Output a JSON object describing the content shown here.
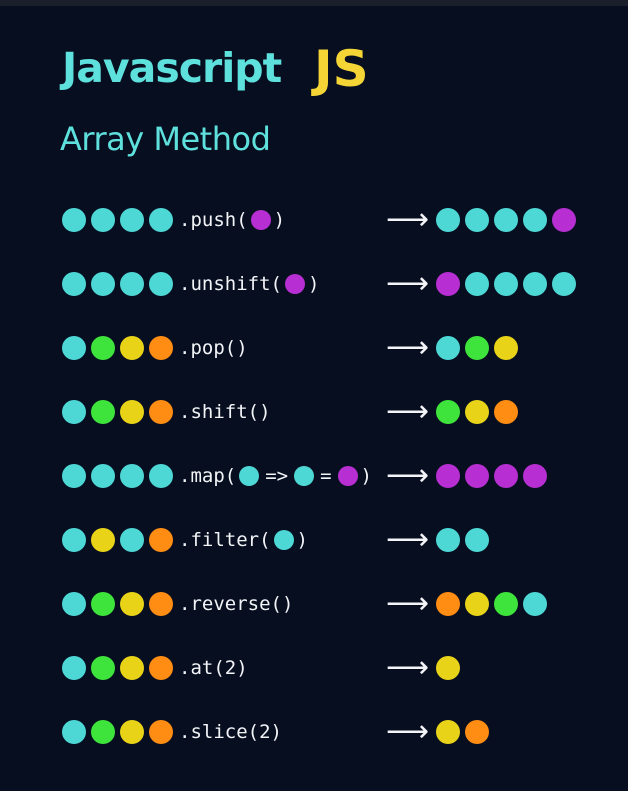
{
  "colors": {
    "background": "#070e1f",
    "title": "#5ee0dd",
    "js_badge": "#f5d536",
    "subtitle": "#5ee0dd",
    "text": "#f2f4f8",
    "cyan": "#4dd8d6",
    "green": "#3ee43b",
    "yellow": "#e9d319",
    "orange": "#ff8c13",
    "purple": "#b72fd2"
  },
  "header": {
    "title": "Javascript",
    "badge": "JS",
    "subtitle": "Array Method"
  },
  "arrow_symbol": "⟶",
  "rows": [
    {
      "input": [
        "cyan",
        "cyan",
        "cyan",
        "cyan"
      ],
      "method": [
        {
          "t": "text",
          "v": ".push("
        },
        {
          "t": "dot",
          "c": "purple"
        },
        {
          "t": "text",
          "v": ")"
        }
      ],
      "output": [
        "cyan",
        "cyan",
        "cyan",
        "cyan",
        "purple"
      ]
    },
    {
      "input": [
        "cyan",
        "cyan",
        "cyan",
        "cyan"
      ],
      "method": [
        {
          "t": "text",
          "v": ".unshift("
        },
        {
          "t": "dot",
          "c": "purple"
        },
        {
          "t": "text",
          "v": ")"
        }
      ],
      "output": [
        "purple",
        "cyan",
        "cyan",
        "cyan",
        "cyan"
      ]
    },
    {
      "input": [
        "cyan",
        "green",
        "yellow",
        "orange"
      ],
      "method": [
        {
          "t": "text",
          "v": ".pop()"
        }
      ],
      "output": [
        "cyan",
        "green",
        "yellow"
      ]
    },
    {
      "input": [
        "cyan",
        "green",
        "yellow",
        "orange"
      ],
      "method": [
        {
          "t": "text",
          "v": ".shift()"
        }
      ],
      "output": [
        "green",
        "yellow",
        "orange"
      ]
    },
    {
      "input": [
        "cyan",
        "cyan",
        "cyan",
        "cyan"
      ],
      "method": [
        {
          "t": "text",
          "v": ".map("
        },
        {
          "t": "dot",
          "c": "cyan"
        },
        {
          "t": "op",
          "v": "=>"
        },
        {
          "t": "dot",
          "c": "cyan"
        },
        {
          "t": "op",
          "v": "="
        },
        {
          "t": "dot",
          "c": "purple"
        },
        {
          "t": "text",
          "v": ")"
        }
      ],
      "output": [
        "purple",
        "purple",
        "purple",
        "purple"
      ]
    },
    {
      "input": [
        "cyan",
        "yellow",
        "cyan",
        "orange"
      ],
      "method": [
        {
          "t": "text",
          "v": ".filter("
        },
        {
          "t": "dot",
          "c": "cyan"
        },
        {
          "t": "text",
          "v": ")"
        }
      ],
      "output": [
        "cyan",
        "cyan"
      ]
    },
    {
      "input": [
        "cyan",
        "green",
        "yellow",
        "orange"
      ],
      "method": [
        {
          "t": "text",
          "v": ".reverse()"
        }
      ],
      "output": [
        "orange",
        "yellow",
        "green",
        "cyan"
      ]
    },
    {
      "input": [
        "cyan",
        "green",
        "yellow",
        "orange"
      ],
      "method": [
        {
          "t": "text",
          "v": ".at(2)"
        }
      ],
      "output": [
        "yellow"
      ]
    },
    {
      "input": [
        "cyan",
        "green",
        "yellow",
        "orange"
      ],
      "method": [
        {
          "t": "text",
          "v": ".slice(2)"
        }
      ],
      "output": [
        "yellow",
        "orange"
      ]
    }
  ]
}
